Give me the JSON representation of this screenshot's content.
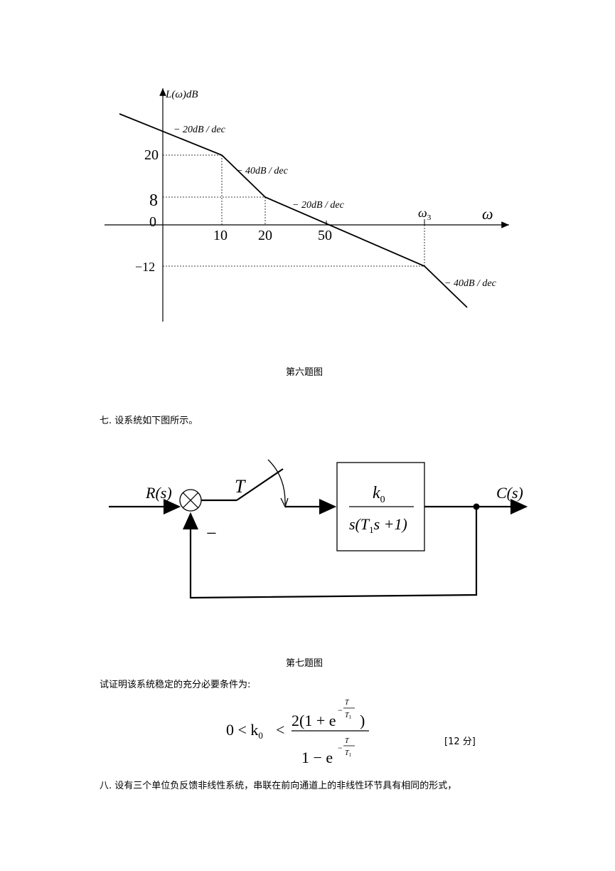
{
  "bode": {
    "y_axis_label": "L(ω)dB",
    "x_axis_label": "ω",
    "slopes": [
      "− 20dB / dec",
      "− 40dB / dec",
      "− 20dB / dec",
      "− 40dB / dec"
    ],
    "y_ticks": [
      "20",
      "8",
      "0",
      "−12"
    ],
    "x_ticks": [
      "10",
      "20",
      "50"
    ],
    "omega3_label": "ω",
    "omega3_sub": "3",
    "caption": "第六题图"
  },
  "q7": {
    "text": "七.  设系统如下图所示。",
    "input_label": "R(s)",
    "output_label": "C(s)",
    "switch_label": "T",
    "minus": "−",
    "block_num": "k",
    "block_num_sub": "0",
    "block_den": "s(T",
    "block_den_sub": "1",
    "block_den_rest": "s +1)",
    "caption": "第七题图",
    "proof_text": "试证明该系统稳定的充分必要条件为:",
    "score": "[12 分]"
  },
  "formula": {
    "lhs": "0 < k",
    "lhs_sub": "0",
    "lt": "<",
    "num_a": "2(1 + e",
    "num_b": ")",
    "den_a": "1 − e",
    "exp_minus": "−",
    "exp_T": "T",
    "exp_T1": "T",
    "exp_T1_sub": "1"
  },
  "q8": {
    "text": "八.  设有三个单位负反馈非线性系统，串联在前向通道上的非线性环节具有相同的形式，"
  }
}
